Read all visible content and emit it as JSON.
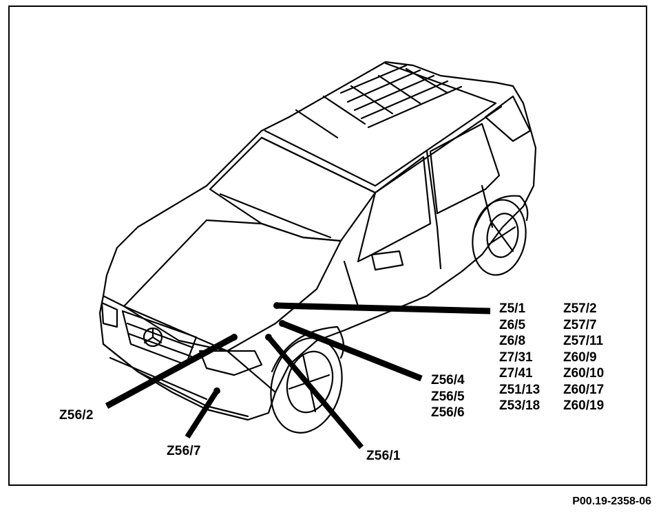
{
  "labels": {
    "z56_2": "Z56/2",
    "z56_7": "Z56/7",
    "z56_1": "Z56/1",
    "group_z56_4": [
      "Z56/4",
      "Z56/5",
      "Z56/6"
    ],
    "group_z5_1": [
      "Z5/1",
      "Z6/5",
      "Z6/8",
      "Z7/31",
      "Z7/41",
      "Z51/13",
      "Z53/18"
    ],
    "group_z57_2": [
      "Z57/2",
      "Z57/7",
      "Z57/11",
      "Z60/9",
      "Z60/10",
      "Z60/17",
      "Z60/19"
    ]
  },
  "figure_code": "P00.19-2358-06"
}
